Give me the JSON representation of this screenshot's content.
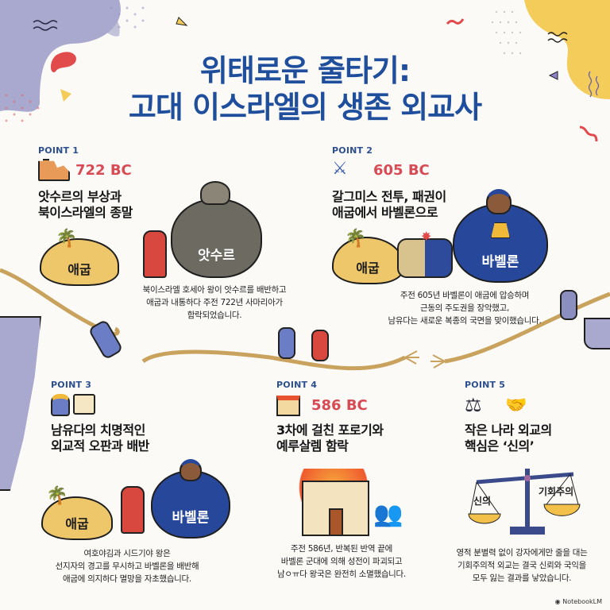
{
  "title": {
    "line1": "위태로운 줄타기:",
    "line2": "고대 이스라엘의 생존 외교사"
  },
  "colors": {
    "title": "#1f4e9c",
    "point_label": "#2b4f8f",
    "year": "#d84b55",
    "egypt": "#eec76a",
    "babylon": "#27479a",
    "assyria": "#6d6a62",
    "decor_purple": "#a9a9cf",
    "decor_yellow": "#f3cc5a",
    "decor_red": "#e24b4b"
  },
  "points": [
    {
      "label": "POINT 1",
      "icon": "ruined-castle-icon",
      "year": "722 BC",
      "heading_line1": "앗수르의 부상과",
      "heading_line2": "북이스라엘의 종말",
      "illustration": {
        "left": "애굽",
        "right": "앗수르"
      },
      "desc_line1": "북이스라엘 호세아 왕이 앗수르를 배반하고",
      "desc_line2": "애굽과 내통하다 주전 722년 사마리아가",
      "desc_line3": "함락되었습니다."
    },
    {
      "label": "POINT 2",
      "icon": "crossed-swords-icon",
      "year": "605 BC",
      "heading_line1": "갈그미스 전투, 패권이",
      "heading_line2": "애굽에서 바벨론으로",
      "illustration": {
        "left": "애굽",
        "right": "바벨론"
      },
      "desc_line1": "주전 605년 바벨론이 애굽에 압승하며",
      "desc_line2": "근동의 주도권을 장악했고,",
      "desc_line3": "남유다는 새로운 복종의 국면을 맞이했습니다."
    },
    {
      "label": "POINT 3",
      "icon": "king-scroll-icon",
      "year": "",
      "heading_line1": "남유다의 치명적인",
      "heading_line2": "외교적 오판과 배반",
      "illustration": {
        "left": "애굽",
        "right": "바벨론"
      },
      "desc_line1": "여호야김과 시드기야 왕은",
      "desc_line2": "선지자의 경고를 무시하고 바벨론을 배반해",
      "desc_line3": "애굽에 의지하다 멸망을 자초했습니다."
    },
    {
      "label": "POINT 4",
      "icon": "burning-temple-icon",
      "year": "586 BC",
      "heading_line1": "3차에 걸친 포로기와",
      "heading_line2": "예루살렘 함락",
      "desc_line1": "주전 586년, 반복된 반역 끝에",
      "desc_line2": "바벨론 군대에 의해 성전이 파괴되고",
      "desc_line3": "남ㅇㅠ다 왕국은 완전히 소멸했습니다."
    },
    {
      "label": "POINT 5",
      "icon": "scales-handshake-icon",
      "year": "",
      "heading_line1": "작은 나라 외교의",
      "heading_line2": "핵심은 ‘신의’",
      "scale": {
        "left": "신의",
        "right": "기회주의"
      },
      "desc_line1": "영적 분별력 없이 강자에게만 줄을 대는",
      "desc_line2": "기회주의적 외교는 결국 신뢰와 국익을",
      "desc_line3": "모두 잃는 결과를 낳았습니다."
    }
  ],
  "footer": {
    "brand": "NotebookLM"
  }
}
